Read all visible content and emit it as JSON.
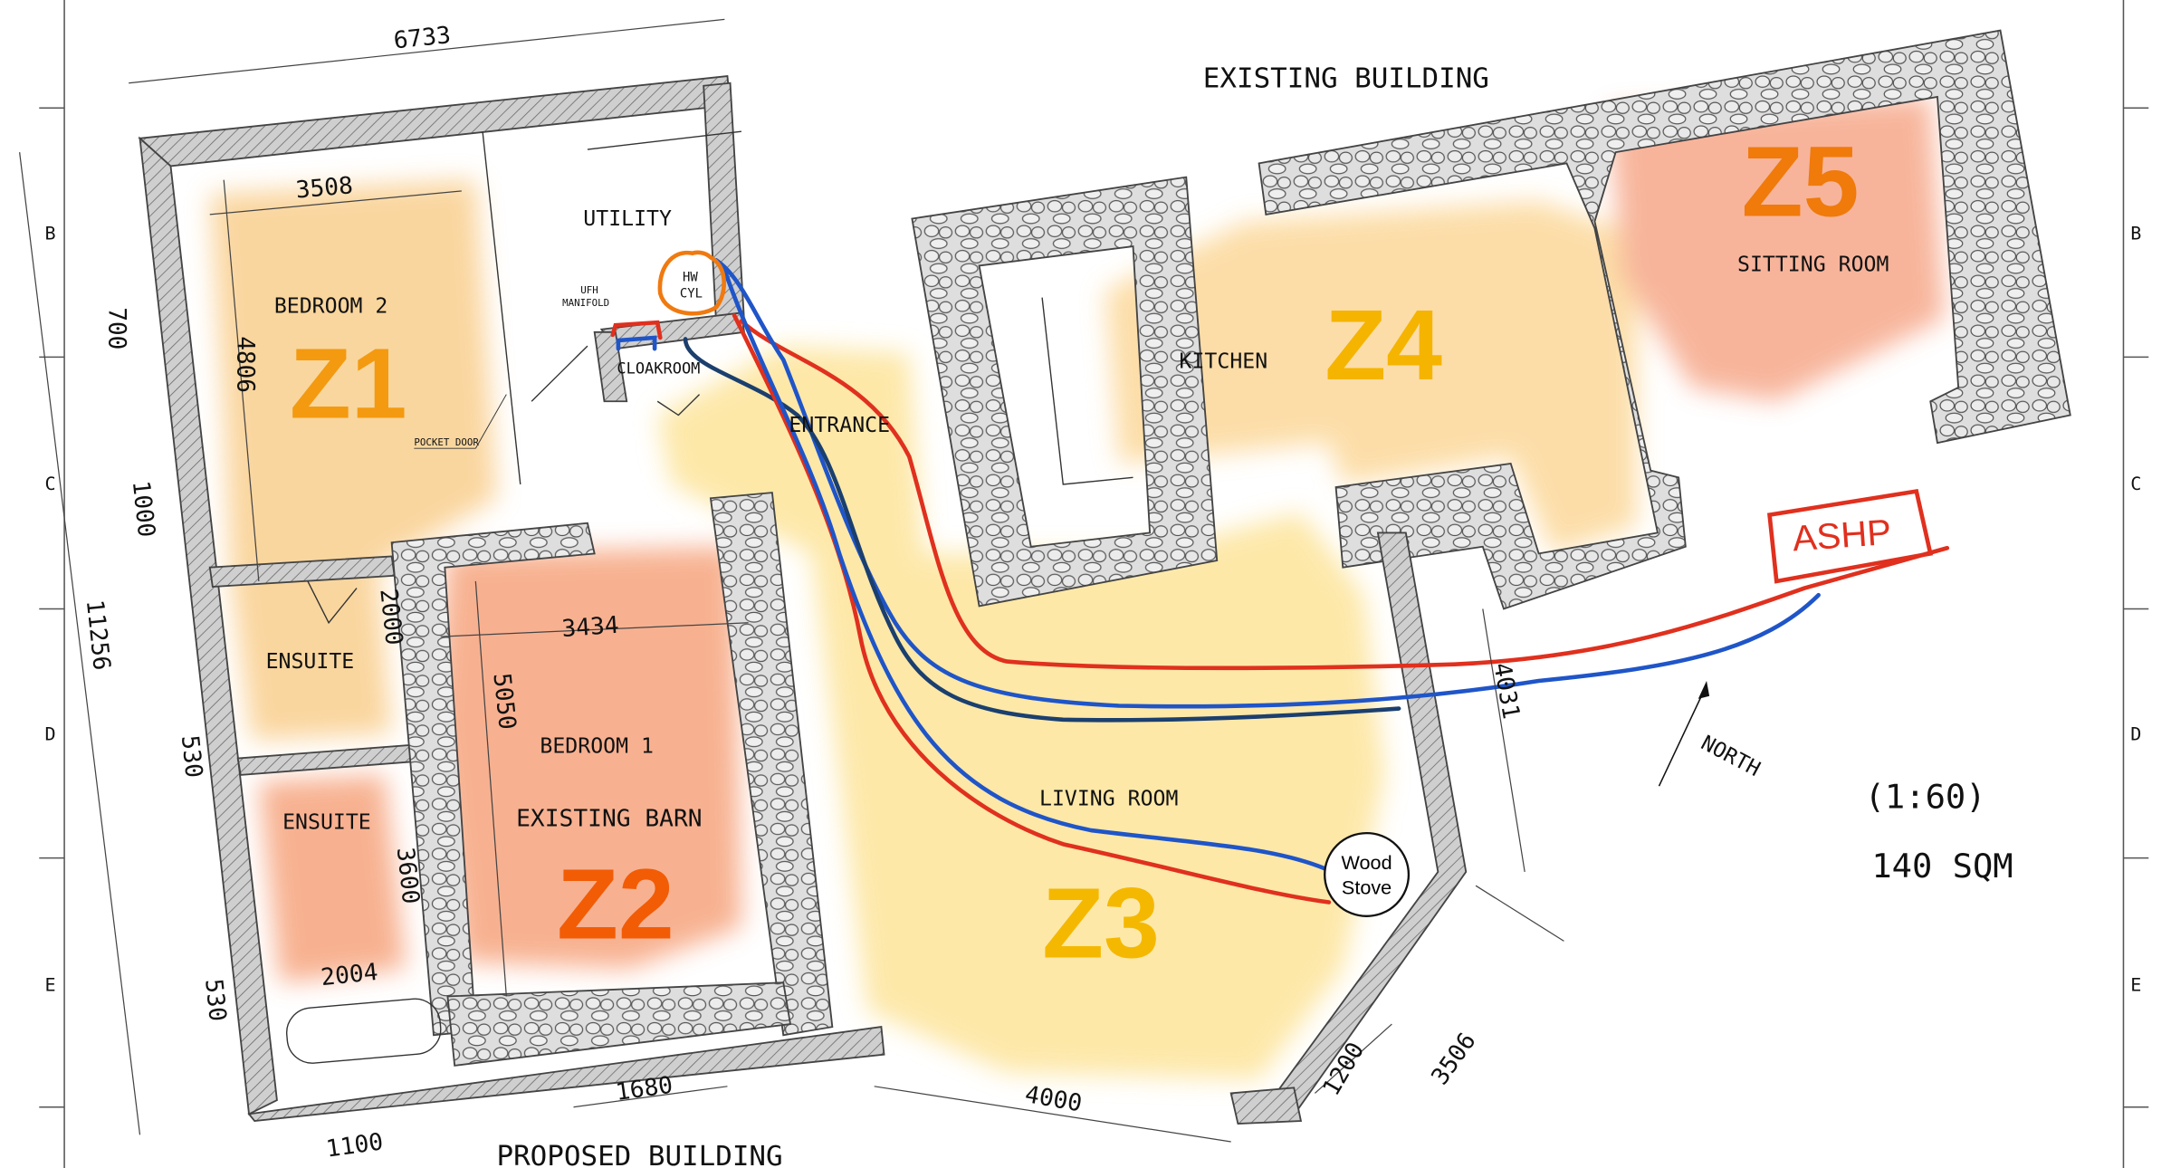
{
  "headings": {
    "existing": "EXISTING BUILDING",
    "proposed": "PROPOSED BUILDING"
  },
  "scale": "(1:60)",
  "area": "140 SQM",
  "grid": {
    "left": [
      "B",
      "C",
      "D",
      "E"
    ],
    "right": [
      "B",
      "C",
      "D",
      "E"
    ]
  },
  "rooms": {
    "utility": "UTILITY",
    "bedroom2": "BEDROOM 2",
    "ufh_line1": "UFH",
    "ufh_line2": "MANIFOLD",
    "hw_line1": "HW",
    "hw_line2": "CYL",
    "cloakroom": "CLOAKROOM",
    "entrance": "ENTRANCE",
    "kitchen": "KITCHEN",
    "sitting": "SITTING ROOM",
    "ensuite1": "ENSUITE",
    "ensuite2": "ENSUITE",
    "bedroom1": "BEDROOM 1",
    "barn": "EXISTING BARN",
    "living": "LIVING ROOM",
    "pocket_door": "POCKET DOOR",
    "stove_line1": "Wood",
    "stove_line2": "Stove",
    "ashp": "ASHP",
    "north": "NORTH"
  },
  "zones": [
    {
      "label": "Z1",
      "color": "#f39a10"
    },
    {
      "label": "Z2",
      "color": "#f25c05"
    },
    {
      "label": "Z3",
      "color": "#f5b800"
    },
    {
      "label": "Z4",
      "color": "#f5b400"
    },
    {
      "label": "Z5",
      "color": "#f07a0a"
    }
  ],
  "dims": [
    "6733",
    "3508",
    "700",
    "4806",
    "1000",
    "11256",
    "2000",
    "530",
    "530",
    "3434",
    "5050",
    "3600",
    "2004",
    "1100",
    "1680",
    "4000",
    "1200",
    "3506",
    "4031"
  ],
  "colors": {
    "flow_pipe": "#e0301e",
    "return_pipe": "#1f55c8",
    "return_dark": "#1b3f6e",
    "hw_marker": "#f07a10"
  }
}
